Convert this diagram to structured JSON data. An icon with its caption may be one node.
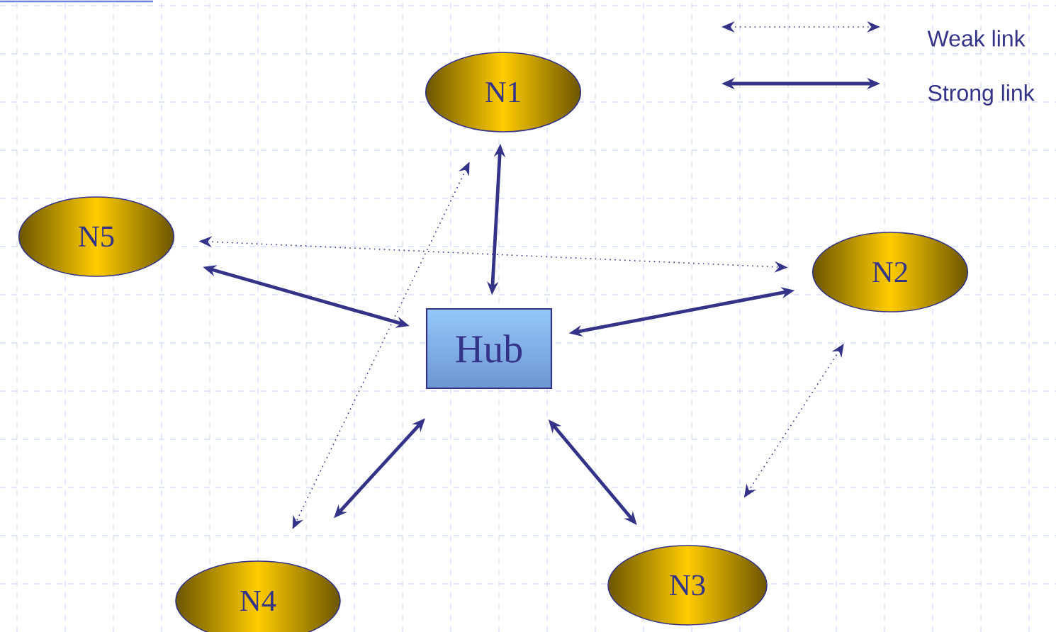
{
  "diagram": {
    "nodes": [
      {
        "text": [
          "N1"
        ]
      },
      {
        "text": [
          "N5"
        ]
      },
      {
        "text": [
          "N2"
        ]
      },
      {
        "text": [
          "Hub"
        ]
      },
      {
        "text": [
          "N4"
        ]
      },
      {
        "text": [
          "N3"
        ]
      }
    ],
    "edges": [
      {
        "from": 0,
        "to": 3,
        "arrow": "both"
      },
      {
        "from": 1,
        "to": 2,
        "arrow": "both",
        "style": "dashed"
      },
      {
        "from": 1,
        "to": 3,
        "arrow": "both"
      },
      {
        "from": 3,
        "to": 2,
        "arrow": "both"
      },
      {
        "from": 0,
        "to": 4,
        "arrow": "both",
        "style": "dashed"
      },
      {
        "from": 3,
        "to": 4,
        "arrow": "both"
      },
      {
        "from": 3,
        "to": 5,
        "arrow": "both"
      },
      {
        "from": 2,
        "to": 5,
        "arrow": "both",
        "style": "dashed"
      }
    ],
    "legend": [
      {
        "text": "Weak link"
      },
      {
        "text": "Strong link"
      }
    ]
  }
}
